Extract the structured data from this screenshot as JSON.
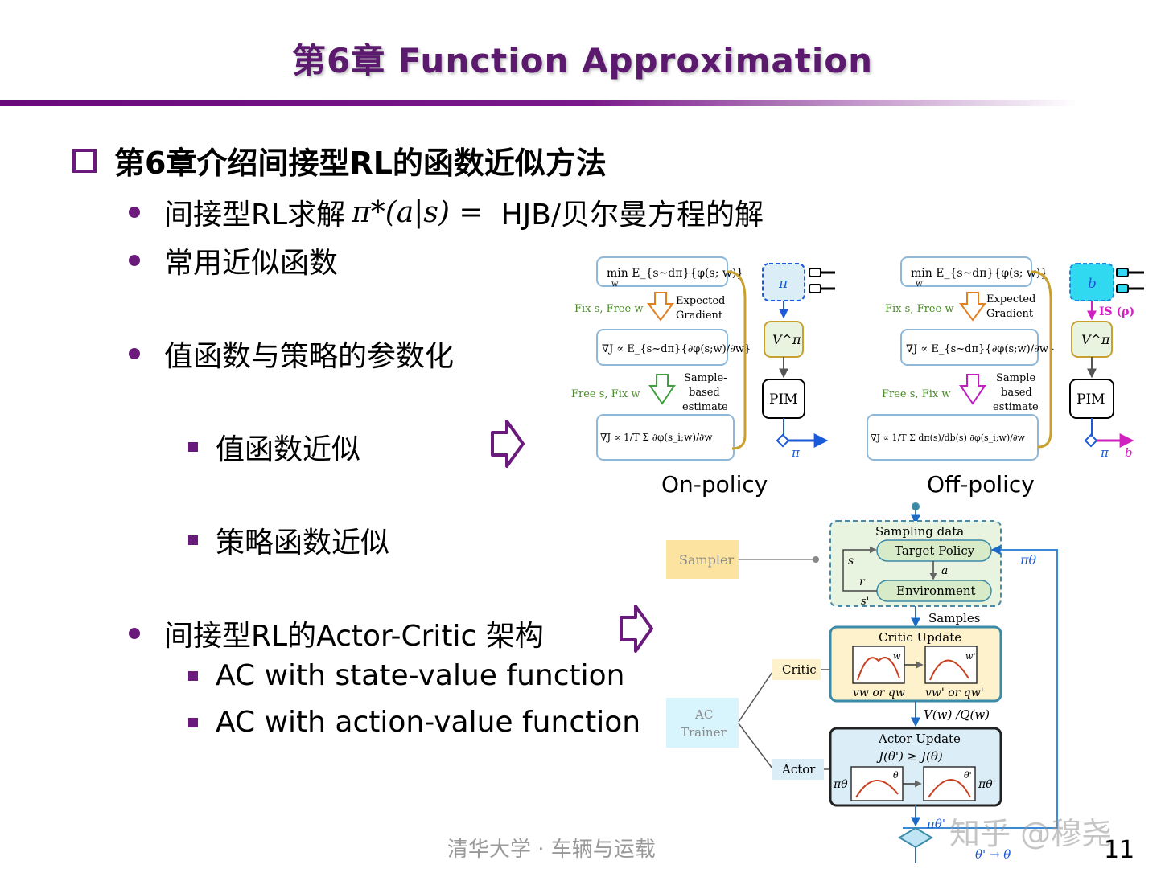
{
  "slide": {
    "title": "第6章 Function Approximation",
    "heading": "第6章介绍间接型RL的函数近似方法",
    "bullet1_text": "间接型RL求解",
    "bullet1_math": "π*(a|s)  =",
    "bullet1_tail": "HJB/贝尔曼方程的解",
    "bullet2": "常用近似函数",
    "bullet3": "值函数与策略的参数化",
    "sub1": "值函数近似",
    "sub2": "策略函数近似",
    "bullet4": "间接型RL的Actor-Critic 架构",
    "sub3": "AC with state-value function",
    "sub4": "AC with action-value function",
    "footer": "清华大学 · 车辆与运载",
    "watermark": "知乎 @穆尧",
    "page_number": "11"
  },
  "diagram_top": {
    "on_label": "On-policy",
    "off_label": "Off-policy",
    "on": {
      "min_expr": "min E_{s~dπ}{φ(s; w)}",
      "min_sub": "w",
      "fix_free_1": "Fix s, Free w",
      "expected": "Expected",
      "gradient": "Gradient",
      "grad_expr": "∇J ∝ E_{s~dπ}{∂φ(s;w)/∂w}",
      "fix_free_2": "Free s, Fix w",
      "sample": "Sample-",
      "based": "based",
      "estimate": "estimate",
      "sum_expr": "∇J ∝ 1/T Σ ∂φ(s_i;w)/∂w",
      "pi": "π",
      "v": "V^π",
      "pim": "PIM",
      "pi_out": "π"
    },
    "off": {
      "min_expr": "min E_{s~dπ}{φ(s; w)}",
      "min_sub": "w",
      "fix_free_1": "Fix s, Free w",
      "expected": "Expected",
      "gradient": "Gradient",
      "grad_expr": "∇J ∝ E_{s~dπ}{∂φ(s;w)/∂w}",
      "fix_free_2": "Free s, Fix w",
      "sample": "Sample",
      "based": "based",
      "estimate": "estimate",
      "sum_expr": "∇J ∝ 1/T Σ dπ(s)/db(s) ∂φ(s_i;w)/∂w",
      "b": "b",
      "is_label": "IS (ρ)",
      "v": "V^π",
      "pim": "PIM",
      "pi_out": "π",
      "b_out": "b"
    }
  },
  "diagram_ac": {
    "sampler": "Sampler",
    "sampling_data": "Sampling data",
    "target_policy": "Target Policy",
    "environment": "Environment",
    "s": "s",
    "a": "a",
    "r": "r",
    "s_prime": "s'",
    "pi_theta": "πθ",
    "samples": "Samples",
    "critic_update": "Critic Update",
    "critic_left": "vw or qw",
    "critic_right": "vw' or qw'",
    "w": "w",
    "w_prime": "w'",
    "vq": "V(w) /Q(w)",
    "critic": "Critic",
    "ac_trainer_1": "AC",
    "ac_trainer_2": "Trainer",
    "actor": "Actor",
    "actor_update": "Actor Update",
    "actor_cond": "J(θ') ≥ J(θ)",
    "theta": "θ",
    "theta_prime": "θ'",
    "pi_theta_left": "πθ",
    "pi_theta_right": "πθ'",
    "pi_theta_out": "πθ'",
    "theta_map": "θ' → θ"
  },
  "colors": {
    "title": "#5b1a6e",
    "accent": "#6a1a7a",
    "gold": "#c8a030",
    "blue": "#1a5ad8",
    "cyan": "#30d8f0",
    "green_fill": "#e8f3e0",
    "yellow_fill": "#fdf2cc",
    "blue_fill": "#dbeef8"
  }
}
